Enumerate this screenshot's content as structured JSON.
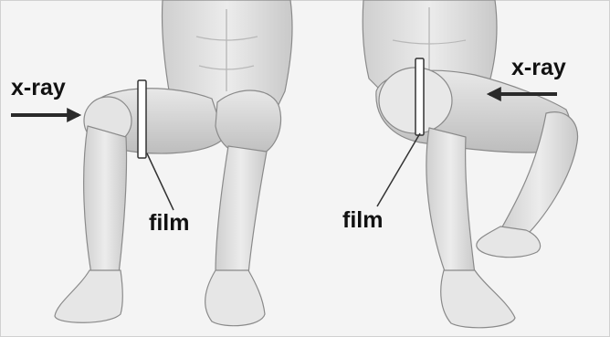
{
  "labels": {
    "xray_left": "x-ray",
    "xray_right": "x-ray",
    "film_left": "film",
    "film_right": "film"
  },
  "colors": {
    "background": "#f4f4f4",
    "skin": "#e2e2e2",
    "skin_shadow": "#c4c4c4",
    "outline": "#8a8a8a",
    "arrow": "#2a2a2a",
    "film_fill": "#ffffff",
    "film_stroke": "#333333",
    "border": "#d0d0d0"
  },
  "icons": {
    "left_arrow": "arrow-right-icon",
    "right_arrow": "arrow-left-icon",
    "film_plate": "film-plate-icon"
  }
}
